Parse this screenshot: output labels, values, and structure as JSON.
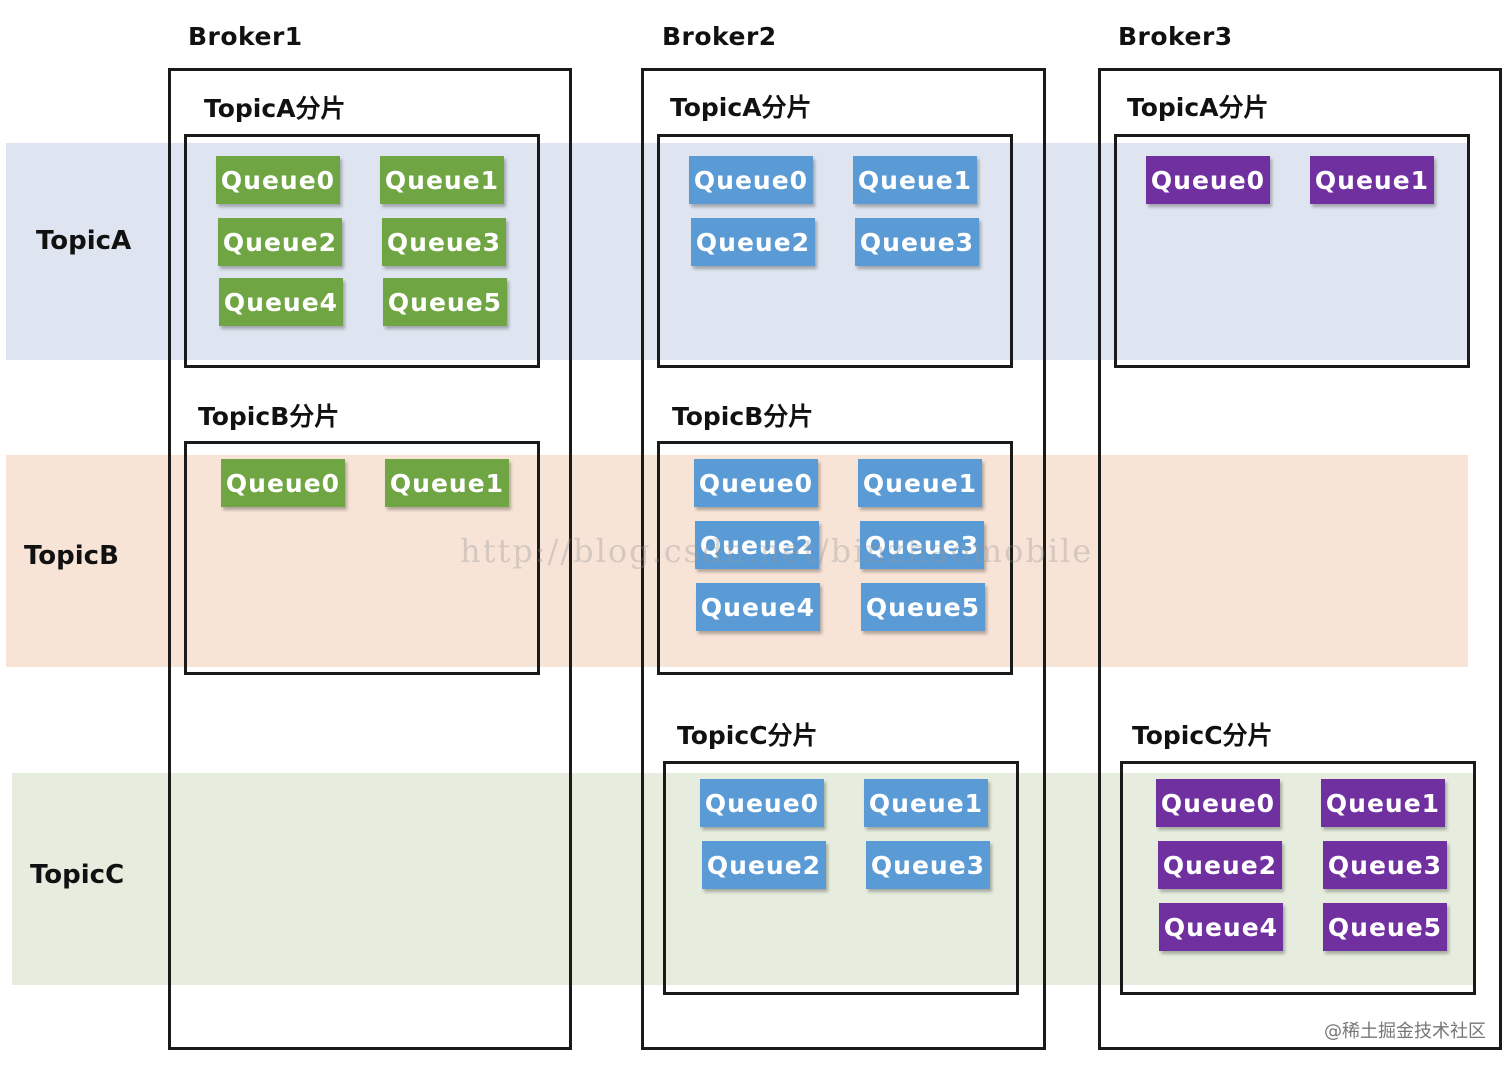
{
  "colors": {
    "green_queue": "#70a544",
    "blue_queue": "#5b9bd5",
    "purple_queue": "#7030a0",
    "topicA_band": "#dfe5f0",
    "topicB_band": "#f8e4d7",
    "topicC_band": "#e6edde"
  },
  "rows": {
    "topicA": "TopicA",
    "topicB": "TopicB",
    "topicC": "TopicC"
  },
  "brokers": {
    "b1": {
      "name": "Broker1",
      "topicA": {
        "label": "TopicA分片",
        "queues": [
          "Queue0",
          "Queue1",
          "Queue2",
          "Queue3",
          "Queue4",
          "Queue5"
        ]
      },
      "topicB": {
        "label": "TopicB分片",
        "queues": [
          "Queue0",
          "Queue1"
        ]
      }
    },
    "b2": {
      "name": "Broker2",
      "topicA": {
        "label": "TopicA分片",
        "queues": [
          "Queue0",
          "Queue1",
          "Queue2",
          "Queue3"
        ]
      },
      "topicB": {
        "label": "TopicB分片",
        "queues": [
          "Queue0",
          "Queue1",
          "Queue2",
          "Queue3",
          "Queue4",
          "Queue5"
        ]
      },
      "topicC": {
        "label": "TopicC分片",
        "queues": [
          "Queue0",
          "Queue1",
          "Queue2",
          "Queue3"
        ]
      }
    },
    "b3": {
      "name": "Broker3",
      "topicA": {
        "label": "TopicA分片",
        "queues": [
          "Queue0",
          "Queue1"
        ]
      },
      "topicC": {
        "label": "TopicC分片",
        "queues": [
          "Queue0",
          "Queue1",
          "Queue2",
          "Queue3",
          "Queue4",
          "Queue5"
        ]
      }
    }
  },
  "watermark": {
    "middle": "http://blog.csdn.net/binzhaomobile",
    "corner": "@稀土掘金技术社区"
  }
}
